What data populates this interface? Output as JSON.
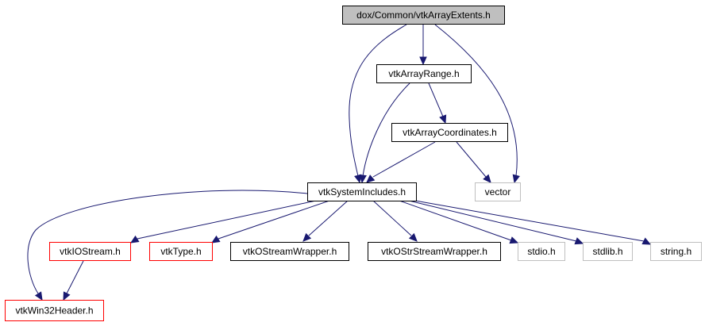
{
  "colors": {
    "edge": "#191970",
    "border_default": "#000000",
    "border_missing": "#ff0000",
    "border_system": "#bfbfbf",
    "fill_focus": "#bfbfbf",
    "fill_default": "#ffffff"
  },
  "nodes": [
    {
      "id": "extents",
      "label": "dox/Common/vtkArrayExtents.h",
      "kind": "focus"
    },
    {
      "id": "range",
      "label": "vtkArrayRange.h",
      "kind": "default"
    },
    {
      "id": "coords",
      "label": "vtkArrayCoordinates.h",
      "kind": "default"
    },
    {
      "id": "sysinc",
      "label": "vtkSystemIncludes.h",
      "kind": "default"
    },
    {
      "id": "vector",
      "label": "vector",
      "kind": "system"
    },
    {
      "id": "iostream",
      "label": "vtkIOStream.h",
      "kind": "missing"
    },
    {
      "id": "type",
      "label": "vtkType.h",
      "kind": "missing"
    },
    {
      "id": "ostreamwrap",
      "label": "vtkOStreamWrapper.h",
      "kind": "default"
    },
    {
      "id": "ostrstreamwrap",
      "label": "vtkOStrStreamWrapper.h",
      "kind": "default"
    },
    {
      "id": "stdio",
      "label": "stdio.h",
      "kind": "system"
    },
    {
      "id": "stdlib",
      "label": "stdlib.h",
      "kind": "system"
    },
    {
      "id": "string",
      "label": "string.h",
      "kind": "system"
    },
    {
      "id": "win32",
      "label": "vtkWin32Header.h",
      "kind": "missing"
    }
  ],
  "edges": [
    {
      "from": "extents",
      "to": "range"
    },
    {
      "from": "extents",
      "to": "sysinc"
    },
    {
      "from": "extents",
      "to": "vector"
    },
    {
      "from": "range",
      "to": "coords"
    },
    {
      "from": "range",
      "to": "sysinc"
    },
    {
      "from": "coords",
      "to": "sysinc"
    },
    {
      "from": "coords",
      "to": "vector"
    },
    {
      "from": "sysinc",
      "to": "iostream"
    },
    {
      "from": "sysinc",
      "to": "type"
    },
    {
      "from": "sysinc",
      "to": "ostreamwrap"
    },
    {
      "from": "sysinc",
      "to": "ostrstreamwrap"
    },
    {
      "from": "sysinc",
      "to": "stdio"
    },
    {
      "from": "sysinc",
      "to": "stdlib"
    },
    {
      "from": "sysinc",
      "to": "string"
    },
    {
      "from": "sysinc",
      "to": "win32"
    },
    {
      "from": "iostream",
      "to": "win32"
    }
  ]
}
